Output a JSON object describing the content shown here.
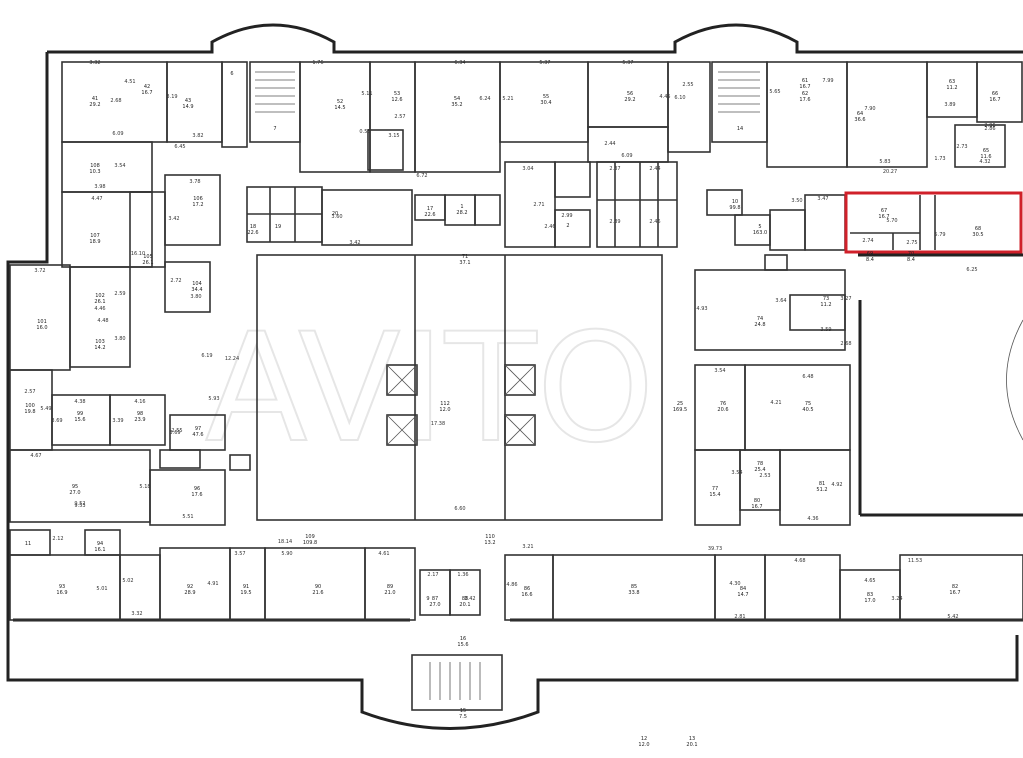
{
  "rooms": [
    {
      "num": "41",
      "area": "29.2"
    },
    {
      "num": "42",
      "area": "16.7"
    },
    {
      "num": "43",
      "area": "14.9"
    },
    {
      "num": "52",
      "area": "14.5"
    },
    {
      "num": "53",
      "area": "12.6"
    },
    {
      "num": "54",
      "area": "35.2"
    },
    {
      "num": "55",
      "area": "30.4"
    },
    {
      "num": "56",
      "area": "29.2"
    },
    {
      "num": "7",
      "area": ""
    },
    {
      "num": "6",
      "area": ""
    },
    {
      "num": "14",
      "area": ""
    },
    {
      "num": "61",
      "area": "16.7"
    },
    {
      "num": "62",
      "area": "17.6"
    },
    {
      "num": "63",
      "area": "11.2"
    },
    {
      "num": "64",
      "area": "36.6"
    },
    {
      "num": "65",
      "area": "11.6"
    },
    {
      "num": "66",
      "area": "16.7"
    },
    {
      "num": "67",
      "area": "16.7"
    },
    {
      "num": "68",
      "area": "30.5"
    },
    {
      "num": "69",
      "area": "8.4"
    },
    {
      "num": "70",
      "area": "8.4"
    },
    {
      "num": "73",
      "area": "11.2"
    },
    {
      "num": "74",
      "area": "24.8"
    },
    {
      "num": "75",
      "area": "40.5"
    },
    {
      "num": "76",
      "area": "20.6"
    },
    {
      "num": "77",
      "area": "15.4"
    },
    {
      "num": "78",
      "area": "25.4"
    },
    {
      "num": "80",
      "area": "16.7"
    },
    {
      "num": "81",
      "area": "51.2"
    },
    {
      "num": "82",
      "area": "16.7"
    },
    {
      "num": "83",
      "area": "17.0"
    },
    {
      "num": "84",
      "area": "14.7"
    },
    {
      "num": "85",
      "area": "33.8"
    },
    {
      "num": "86",
      "area": "16.6"
    },
    {
      "num": "87",
      "area": "27.0"
    },
    {
      "num": "88",
      "area": "20.1"
    },
    {
      "num": "89",
      "area": "21.0"
    },
    {
      "num": "90",
      "area": "21.6"
    },
    {
      "num": "91",
      "area": "19.5"
    },
    {
      "num": "92",
      "area": "28.9"
    },
    {
      "num": "93",
      "area": "16.9"
    },
    {
      "num": "94",
      "area": "16.1"
    },
    {
      "num": "95",
      "area": "27.0"
    },
    {
      "num": "96",
      "area": "17.6"
    },
    {
      "num": "97",
      "area": "47.6"
    },
    {
      "num": "98",
      "area": "23.9"
    },
    {
      "num": "99",
      "area": "15.6"
    },
    {
      "num": "100",
      "area": "19.8"
    },
    {
      "num": "101",
      "area": "16.0"
    },
    {
      "num": "102",
      "area": "26.1"
    },
    {
      "num": "103",
      "area": "14.2"
    },
    {
      "num": "104",
      "area": "34.4"
    },
    {
      "num": "105",
      "area": "26.1"
    },
    {
      "num": "106",
      "area": "17.2"
    },
    {
      "num": "107",
      "area": "18.9"
    },
    {
      "num": "108",
      "area": "10.3"
    },
    {
      "num": "109",
      "area": "109.8"
    },
    {
      "num": "110",
      "area": "13.2"
    },
    {
      "num": "112",
      "area": "12.0"
    },
    {
      "num": "25",
      "area": "169.5"
    },
    {
      "num": "71",
      "area": "37.1"
    },
    {
      "num": "5",
      "area": "163.0"
    },
    {
      "num": "10",
      "area": "99.8"
    },
    {
      "num": "20",
      "area": ""
    },
    {
      "num": "19",
      "area": ""
    },
    {
      "num": "18",
      "area": "22.6"
    },
    {
      "num": "17",
      "area": "22.6"
    },
    {
      "num": "16",
      "area": "15.6"
    },
    {
      "num": "15",
      "area": "7.5"
    },
    {
      "num": "2",
      "area": ""
    },
    {
      "num": "1",
      "area": "28.2"
    },
    {
      "num": "11",
      "area": ""
    },
    {
      "num": "9",
      "area": ""
    },
    {
      "num": "12",
      "area": "12.0"
    },
    {
      "num": "13",
      "area": "20.1"
    }
  ],
  "dimensions": [
    "3.32",
    "4.51",
    "2.68",
    "3.19",
    "6.09",
    "3.82",
    "6.45",
    "1.76",
    "5.11",
    "2.57",
    "0.53",
    "3.15",
    "6.34",
    "6.24",
    "5.37",
    "5.21",
    "5.37",
    "4.45",
    "2.55",
    "6.10",
    "7.99",
    "5.65",
    "2.96",
    "7.90",
    "3.89",
    "2.73",
    "4.32",
    "5.83",
    "1.73",
    "20.27",
    "3.54",
    "3.98",
    "4.47",
    "3.78",
    "3.42",
    "16.10",
    "5.93",
    "6.19",
    "3.72",
    "2.72",
    "3.80",
    "2.59",
    "4.48",
    "3.80",
    "2.57",
    "5.49",
    "4.38",
    "4.16",
    "3.69",
    "3.39",
    "3.69",
    "2.55",
    "4.67",
    "5.18",
    "9.53",
    "5.51",
    "6.72",
    "3.60",
    "3.42",
    "3.04",
    "2.71",
    "2.46",
    "2.99",
    "2.37",
    "2.44",
    "2.39",
    "2.46",
    "6.09",
    "2.44",
    "3.50",
    "3.47",
    "2.74",
    "5.70",
    "2.75",
    "5.79",
    "2.86",
    "6.25",
    "4.93",
    "3.64",
    "3.27",
    "3.59",
    "2.68",
    "3.54",
    "6.48",
    "4.21",
    "3.54",
    "2.53",
    "4.92",
    "4.36",
    "6.60",
    "18.14",
    "39.73",
    "11.53",
    "3.21",
    "5.01",
    "5.02",
    "3.32",
    "3.57",
    "5.90",
    "4.61",
    "2.17",
    "1.36",
    "3.42",
    "4.86",
    "4.68",
    "4.30",
    "2.81",
    "4.65",
    "3.24",
    "5.42",
    "17.38",
    "2.12",
    "4.91",
    "12.24",
    "4.46",
    "9.52"
  ],
  "highlight": {
    "color": "#d0202a"
  },
  "watermark_text": "AVITO"
}
